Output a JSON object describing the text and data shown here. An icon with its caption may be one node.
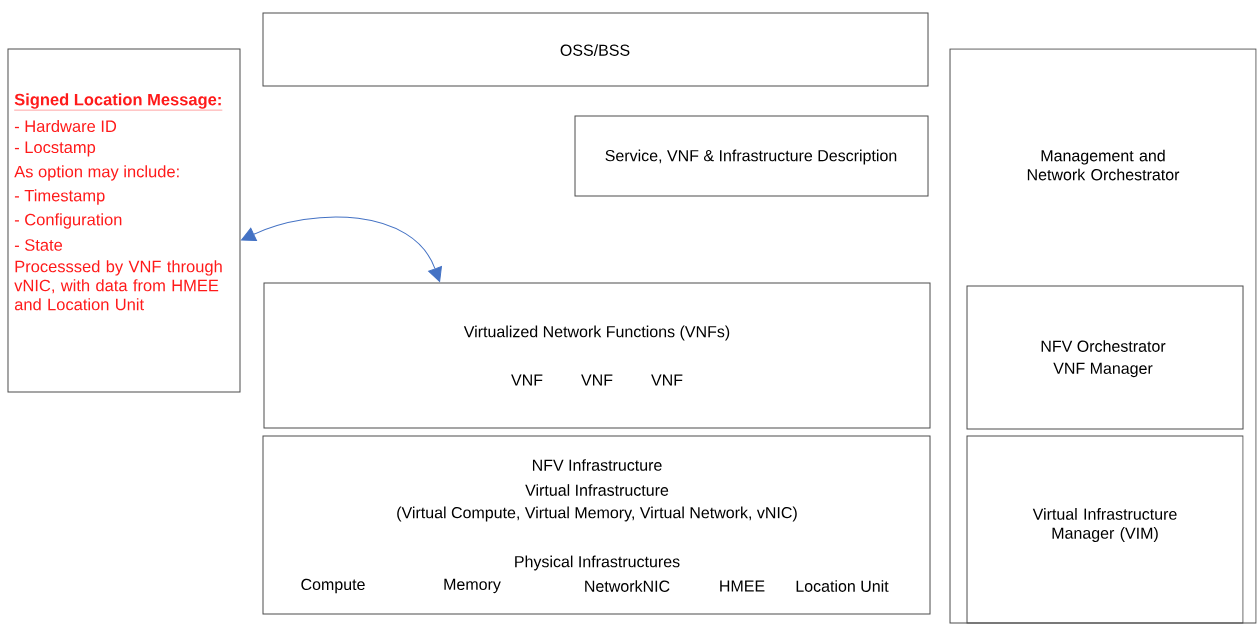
{
  "diagram": {
    "nodes": [
      {
        "text": [
          "Signed Location Message:",
          "- Hardware ID",
          "- Locstamp",
          "As option may include:",
          "- Timestamp",
          "- Configuration",
          "- State",
          "Processsed by VNF through vNIC, with data from HMEE and Location Unit"
        ]
      },
      {
        "text": [
          "OSS/BSS"
        ]
      },
      {
        "text": [
          "Service, VNF & Infrastructure Description"
        ]
      },
      {
        "text": [
          "Virtualized Network Functions (VNFs)",
          "VNF",
          "VNF",
          "VNF"
        ]
      },
      {
        "text": [
          "NFV Infrastructure",
          "Virtual Infrastructure",
          "(Virtual Compute, Virtual Memory, Virtual Network, vNIC)",
          "Physical Infrastructures",
          "Compute",
          "Memory",
          "NetworkNIC",
          "HMEE",
          "Location Unit"
        ]
      },
      {
        "text": [
          "Management and Network Orchestrator"
        ]
      },
      {
        "text": [
          "NFV Orchestrator",
          "VNF Manager"
        ],
        "in": 5
      },
      {
        "text": [
          "Virtual Infrastructure Manager (VIM)"
        ],
        "in": 5
      }
    ],
    "edges": [
      {
        "from": 0,
        "to": 3,
        "arrow": "both",
        "color": "#4472c4"
      }
    ]
  }
}
